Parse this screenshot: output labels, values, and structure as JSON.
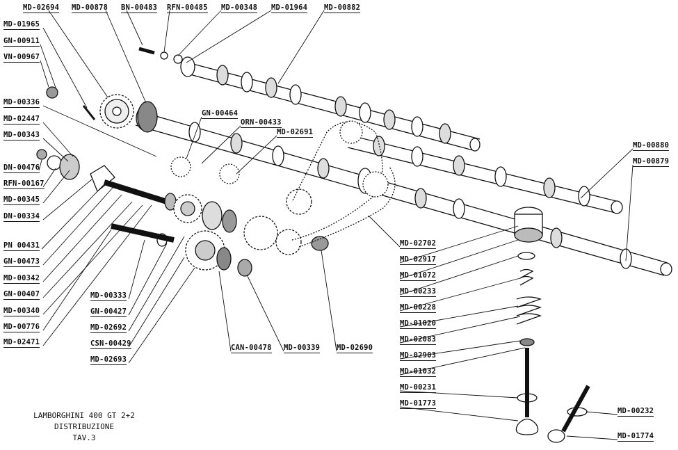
{
  "labels": {
    "md02694": "MD-02694",
    "md00878": "MD-00878",
    "bn00483": "BN-00483",
    "rfn00485": "RFN-00485",
    "md00348": "MD-00348",
    "md01964": "MD-01964",
    "md00882": "MD-00882",
    "md01965": "MD-01965",
    "gn00911": "GN-00911",
    "vn00967": "VN-00967",
    "md00336": "MD-00336",
    "md02447": "MD-02447",
    "md00343": "MD-00343",
    "dn00476": "DN-00476",
    "rfn00167": "RFN-00167",
    "md00345": "MD-00345",
    "dn00334": "DN-00334",
    "pn00431": "PN 00431",
    "gn00473": "GN-00473",
    "md00342": "MD-00342",
    "gn00407": "GN-00407",
    "md00340": "MD-00340",
    "md00776": "MD-00776",
    "md02471": "MD-02471",
    "gn00464": "GN-00464",
    "orn00433": "ORN-00433",
    "md02691": "MD-02691",
    "md00880": "MD-00880",
    "md00879": "MD-00879",
    "md02702": "MD-02702",
    "md02917": "MD-02917",
    "md01072": "MD-01072",
    "md00233": "MD-00233",
    "md00228": "MD-00228",
    "md01020": "MD-01020",
    "md02083": "MD-02083",
    "md02903": "MD-02903",
    "md01032": "MD-01032",
    "md00231": "MD-00231",
    "md01773": "MD-01773",
    "md00232": "MD-00232",
    "md01774": "MD-01774",
    "md00333": "MD-00333",
    "gn00427": "GN-00427",
    "md02692": "MD-02692",
    "csn00429": "CSN-00429",
    "md02693": "MD-02693",
    "can00478": "CAN-00478",
    "md00339": "MD-00339",
    "md02690": "MD-02690"
  },
  "caption": {
    "line1": "LAMBORGHINI  400 GT 2+2",
    "line2": "DISTRIBUZIONE",
    "line3": "TAV.3"
  }
}
